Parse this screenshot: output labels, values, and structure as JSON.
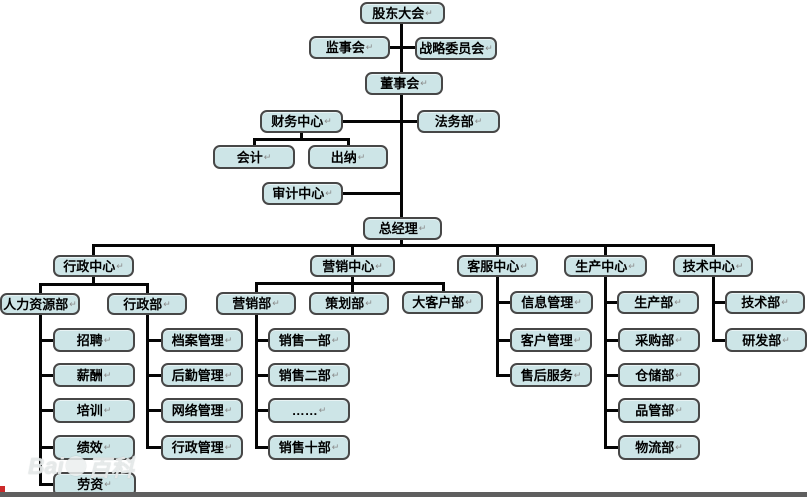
{
  "diagram": {
    "type": "org-chart"
  },
  "marks": {
    "return_symbol": "↵"
  },
  "colors": {
    "node_fill": "#cde5e7",
    "node_border": "#474747",
    "connector_line": "#050505",
    "bottom_rule": "#5f5f5f",
    "red_artifact": "#cc2a2a"
  },
  "watermark": {
    "prefix": "Bai",
    "suffix": "百科"
  },
  "nodes": [
    {
      "id": "shareholders-meeting",
      "label": "股东大会",
      "parent": null
    },
    {
      "id": "supervisory-board",
      "label": "监事会",
      "parent": "shareholders-meeting"
    },
    {
      "id": "strategy-committee",
      "label": "战略委员会",
      "parent": "shareholders-meeting"
    },
    {
      "id": "board-of-directors",
      "label": "董事会",
      "parent": "shareholders-meeting"
    },
    {
      "id": "finance-center",
      "label": "财务中心",
      "parent": "board-of-directors"
    },
    {
      "id": "legal-dept",
      "label": "法务部",
      "parent": "board-of-directors"
    },
    {
      "id": "accounting",
      "label": "会计",
      "parent": "finance-center"
    },
    {
      "id": "cashier",
      "label": "出纳",
      "parent": "finance-center"
    },
    {
      "id": "audit-center",
      "label": "审计中心",
      "parent": "board-of-directors"
    },
    {
      "id": "general-manager",
      "label": "总经理",
      "parent": "board-of-directors"
    },
    {
      "id": "admin-center",
      "label": "行政中心",
      "parent": "general-manager"
    },
    {
      "id": "marketing-center",
      "label": "营销中心",
      "parent": "general-manager"
    },
    {
      "id": "customer-service-center",
      "label": "客服中心",
      "parent": "general-manager"
    },
    {
      "id": "production-center",
      "label": "生产中心",
      "parent": "general-manager"
    },
    {
      "id": "technology-center",
      "label": "技术中心",
      "parent": "general-manager"
    },
    {
      "id": "hr-dept",
      "label": "人力资源部",
      "parent": "admin-center"
    },
    {
      "id": "admin-dept",
      "label": "行政部",
      "parent": "admin-center"
    },
    {
      "id": "marketing-dept",
      "label": "营销部",
      "parent": "marketing-center"
    },
    {
      "id": "planning-dept",
      "label": "策划部",
      "parent": "marketing-center"
    },
    {
      "id": "key-accounts-dept",
      "label": "大客户部",
      "parent": "marketing-center"
    },
    {
      "id": "info-management",
      "label": "信息管理",
      "parent": "customer-service-center"
    },
    {
      "id": "production-dept",
      "label": "生产部",
      "parent": "production-center"
    },
    {
      "id": "tech-dept",
      "label": "技术部",
      "parent": "technology-center"
    },
    {
      "id": "recruitment",
      "label": "招聘",
      "parent": "hr-dept"
    },
    {
      "id": "compensation",
      "label": "薪酬",
      "parent": "hr-dept"
    },
    {
      "id": "training",
      "label": "培训",
      "parent": "hr-dept"
    },
    {
      "id": "performance",
      "label": "绩效",
      "parent": "hr-dept"
    },
    {
      "id": "labor-relations",
      "label": "劳资",
      "parent": "hr-dept"
    },
    {
      "id": "archives-management",
      "label": "档案管理",
      "parent": "admin-dept"
    },
    {
      "id": "logistics-management",
      "label": "后勤管理",
      "parent": "admin-dept"
    },
    {
      "id": "network-management",
      "label": "网络管理",
      "parent": "admin-dept"
    },
    {
      "id": "admin-management",
      "label": "行政管理",
      "parent": "admin-dept"
    },
    {
      "id": "sales-dept-1",
      "label": "销售一部",
      "parent": "marketing-dept"
    },
    {
      "id": "sales-dept-2",
      "label": "销售二部",
      "parent": "marketing-dept"
    },
    {
      "id": "sales-dept-ellipsis",
      "label": "……",
      "parent": "marketing-dept"
    },
    {
      "id": "sales-dept-10",
      "label": "销售十部",
      "parent": "marketing-dept"
    },
    {
      "id": "customer-management",
      "label": "客户管理",
      "parent": "customer-service-center"
    },
    {
      "id": "after-sales-service",
      "label": "售后服务",
      "parent": "customer-service-center"
    },
    {
      "id": "purchasing-dept",
      "label": "采购部",
      "parent": "production-center"
    },
    {
      "id": "warehouse-dept",
      "label": "仓储部",
      "parent": "production-center"
    },
    {
      "id": "quality-control-dept",
      "label": "品管部",
      "parent": "production-center"
    },
    {
      "id": "logistics-dept",
      "label": "物流部",
      "parent": "production-center"
    },
    {
      "id": "rd-dept",
      "label": "研发部",
      "parent": "technology-center"
    }
  ]
}
